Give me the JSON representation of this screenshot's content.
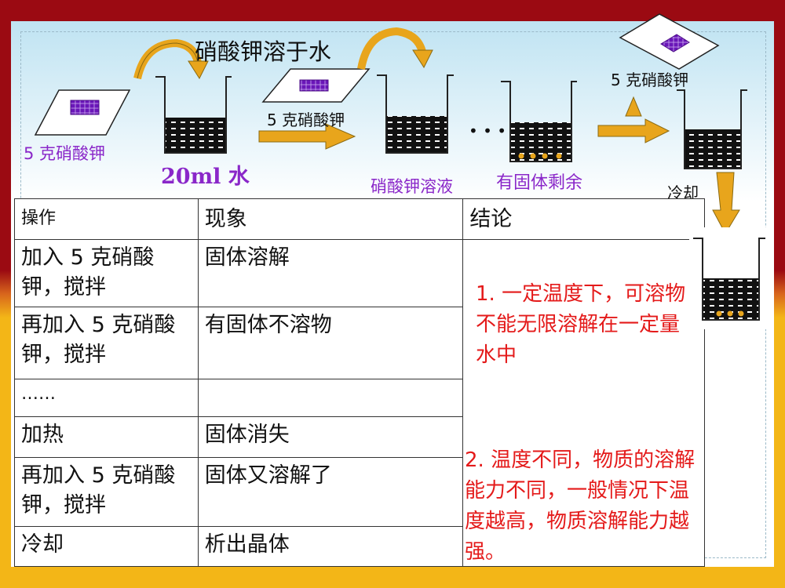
{
  "diagram": {
    "dissolve_label": "硝酸钾溶于水",
    "kno3_5g_left": "5 克硝酸钾",
    "water_label": "20ml 水",
    "kno3_5g_middle": "5 克硝酸钾",
    "solution_label": "硝酸钾溶液",
    "ellipsis": "• • •",
    "solid_remaining_label": "有固体剩余",
    "kno3_5g_right": "5 克硝酸钾",
    "cool_label": "冷却"
  },
  "table": {
    "headers": [
      "操作",
      "现象",
      "结论"
    ],
    "rows": [
      {
        "op": "加入 5 克硝酸钾，搅拌",
        "phen": "固体溶解"
      },
      {
        "op": "再加入 5 克硝酸钾，搅拌",
        "phen": "有固体不溶物"
      },
      {
        "op": "……",
        "phen": ""
      },
      {
        "op": "加热",
        "phen": "固体消失"
      },
      {
        "op": "再加入 5 克硝酸钾，搅拌",
        "phen": "固体又溶解了"
      },
      {
        "op": "冷却",
        "phen": "析出晶体"
      }
    ],
    "conclusion_1": "1. 一定温度下，可溶物不能无限溶解在一定量水中",
    "conclusion_2": "2. 温度不同，物质的溶解能力不同，一般情况下温度越高，物质溶解能力越强。"
  },
  "colors": {
    "frame_top": "#9b0a12",
    "frame_bottom": "#f3b617",
    "label_purple": "#8a27c9",
    "conclusion_red": "#e41a1a",
    "arrow_gold": "#e8a51c"
  }
}
